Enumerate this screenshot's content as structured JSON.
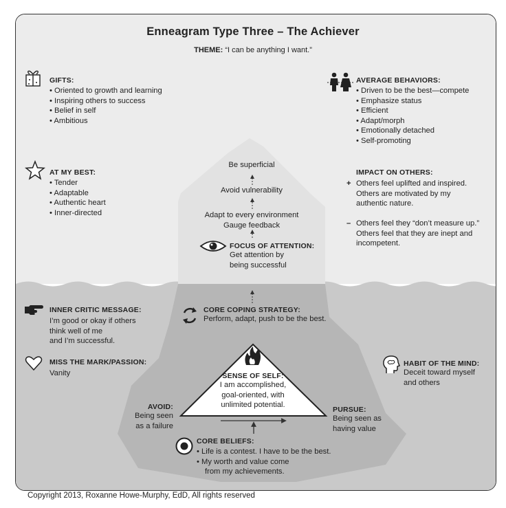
{
  "title": "Enneagram Type Three – The Achiever",
  "theme": {
    "label": "THEME:",
    "text": "“I can be anything I want.”"
  },
  "gifts": {
    "label": "GIFTS:",
    "items": [
      "Oriented to growth and learning",
      "Inspiring others to success",
      "Belief in self",
      "Ambitious"
    ]
  },
  "at_my_best": {
    "label": "AT MY BEST:",
    "items": [
      "Tender",
      "Adaptable",
      "Authentic heart",
      "Inner-directed"
    ]
  },
  "average_behaviors": {
    "label": "AVERAGE BEHAVIORS:",
    "items": [
      "Driven to be the best—compete",
      "Emphasize status",
      "Efficient",
      "Adapt/morph",
      "Emotionally detached",
      "Self-promoting"
    ]
  },
  "impact_on_others": {
    "label": "IMPACT ON OTHERS:",
    "positive": {
      "sign": "+",
      "line1": "Others feel uplifted and inspired.",
      "line2": "Others are motivated by my",
      "line3": "authentic nature."
    },
    "negative": {
      "sign": "–",
      "line1": "Others feel they “don’t measure up.”",
      "line2": "Others feel that they are inept and",
      "line3": "incompetent."
    }
  },
  "iceberg": {
    "step1": "Be superficial",
    "step2": "Avoid vulnerability",
    "step3_line1": "Adapt to every environment",
    "step3_line2": "Gauge feedback"
  },
  "focus_of_attention": {
    "label": "FOCUS OF ATTENTION:",
    "line1": "Get attention by",
    "line2": "being successful"
  },
  "inner_critic": {
    "label": "INNER CRITIC MESSAGE:",
    "line1": "I’m good or okay if others",
    "line2": "think well of me",
    "line3": "and I’m successful."
  },
  "miss_the_mark": {
    "label": "MISS THE MARK/PASSION:",
    "text": "Vanity"
  },
  "core_coping": {
    "label": "CORE COPING STRATEGY:",
    "text": "Perform, adapt, push to be the best."
  },
  "sense_of_self": {
    "label": "SENSE OF SELF:",
    "line1": "I am accomplished,",
    "line2": "goal-oriented, with",
    "line3": "unlimited potential."
  },
  "avoid": {
    "label": "AVOID:",
    "line1": "Being seen",
    "line2": "as a failure"
  },
  "pursue": {
    "label": "PURSUE:",
    "line1": "Being seen as",
    "line2": "having value"
  },
  "habit_of_mind": {
    "label": "HABIT OF THE MIND:",
    "line1": "Deceit toward myself",
    "line2": "and others"
  },
  "core_beliefs": {
    "label": "CORE BELIEFS:",
    "items": [
      "Life is a contest. I have to be the best.",
      "My worth and value come"
    ],
    "continuation": "from my achievements."
  },
  "copyright": "Copyright 2013, Roxanne Howe-Murphy, EdD, All rights reserved",
  "icons": {
    "gifts": "gift-box-icon",
    "at_my_best": "star-icon",
    "average_behaviors": "people-icon",
    "focus": "eye-icon",
    "inner_critic": "pointing-hand-icon",
    "miss_the_mark": "heart-icon",
    "core_coping": "cycle-arrows-icon",
    "habit_of_mind": "head-icon",
    "core_beliefs": "target-icon",
    "sense_of_self": "flame-icon"
  },
  "colors": {
    "water": "#c7c7c7",
    "iceberg_top": "#e4e4e4",
    "iceberg_below": "#b8b8b8",
    "background": "#ececec"
  }
}
